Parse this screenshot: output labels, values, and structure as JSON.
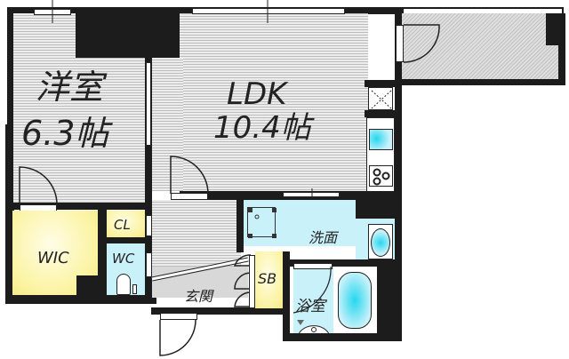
{
  "floorplan": {
    "rooms": {
      "western_room": {
        "name": "洋室",
        "size": "6.3帖"
      },
      "ldk": {
        "name": "LDK",
        "size": "10.4帖"
      },
      "wic": {
        "name": "WIC"
      },
      "closet": {
        "name": "CL"
      },
      "toilet": {
        "name": "WC"
      },
      "washroom": {
        "name": "洗面"
      },
      "entrance": {
        "name": "玄関"
      },
      "shoe_box": {
        "name": "SB"
      },
      "bathroom": {
        "name": "浴室"
      }
    },
    "colors": {
      "wall": "#1c1c1c",
      "floor": "#e6e6e6",
      "storage": "#fbf3a0",
      "water": "#c9f1fa",
      "fixture_accent": "#25d7ee"
    }
  }
}
